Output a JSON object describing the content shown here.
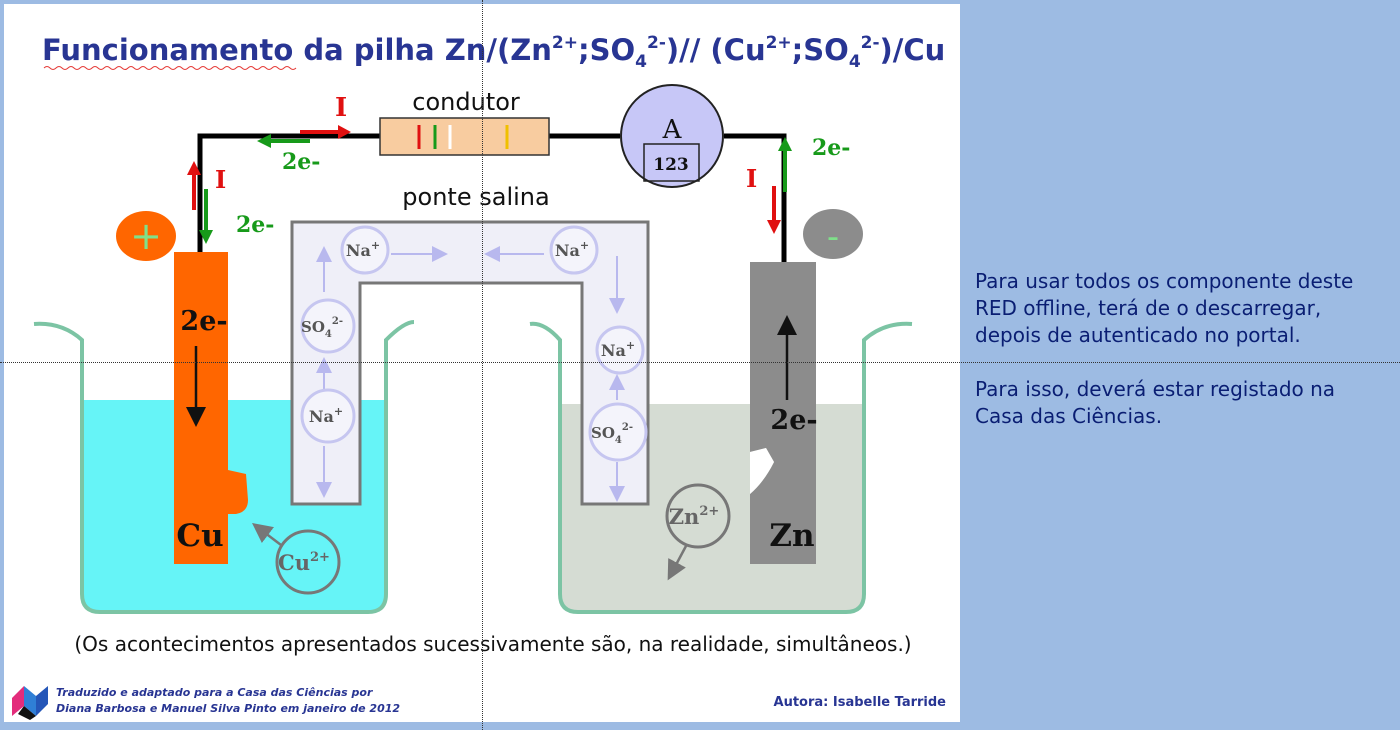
{
  "title": {
    "main": "Funcionamento da pilha Zn/(Zn",
    "zn_sup": "2+",
    "sep1": ";SO",
    "so4_sub": "4",
    "so4_sup": "2-",
    "mid": ")// (Cu",
    "cu_sup": "2+",
    "sep2": ";SO",
    "so4b_sub": "4",
    "so4b_sup": "2-",
    "end": ")/Cu"
  },
  "labels": {
    "condutor": "condutor",
    "ammeter_letter": "A",
    "ammeter_reading": "123",
    "ponte_salina": "ponte salina",
    "current": "I",
    "electrons": "2e-",
    "plus": "+",
    "minus": "-",
    "cu_electrode": "Cu",
    "zn_electrode": "Zn"
  },
  "ions": {
    "na": "Na",
    "na_sup": "+",
    "so4": "SO",
    "so4_sub": "4",
    "so4_sup": "2-",
    "cu": "Cu",
    "cu_sup": "2+",
    "zn": "Zn",
    "zn_sup": "2+"
  },
  "note": "(Os acontecimentos apresentados sucessivamente são, na realidade, simultâneos.)",
  "credits": {
    "line1": "Traduzido e adaptado para a Casa das Ciências por",
    "line2": "Diana Barbosa e Manuel Silva Pinto em janeiro de 2012",
    "author": "Autora: Isabelle Tarride"
  },
  "side_note": {
    "para1": "Para usar todos os componente deste RED offline, terá de o descarregar, depois de autenticado no portal.",
    "para2": "Para isso, deverá estar registado na Casa das Ciências."
  },
  "colors": {
    "title": "#283593",
    "copper": "#ff6600",
    "zinc": "#8c8c8c",
    "cu_solution": "#66f4f7",
    "zn_solution": "#d5dcd3",
    "current_arrow": "#e01010",
    "electron_arrow": "#179a1a",
    "ion_circle": "#c6c6f0",
    "ammeter": "#c7c7f7",
    "resistor": "#f8cca0"
  }
}
